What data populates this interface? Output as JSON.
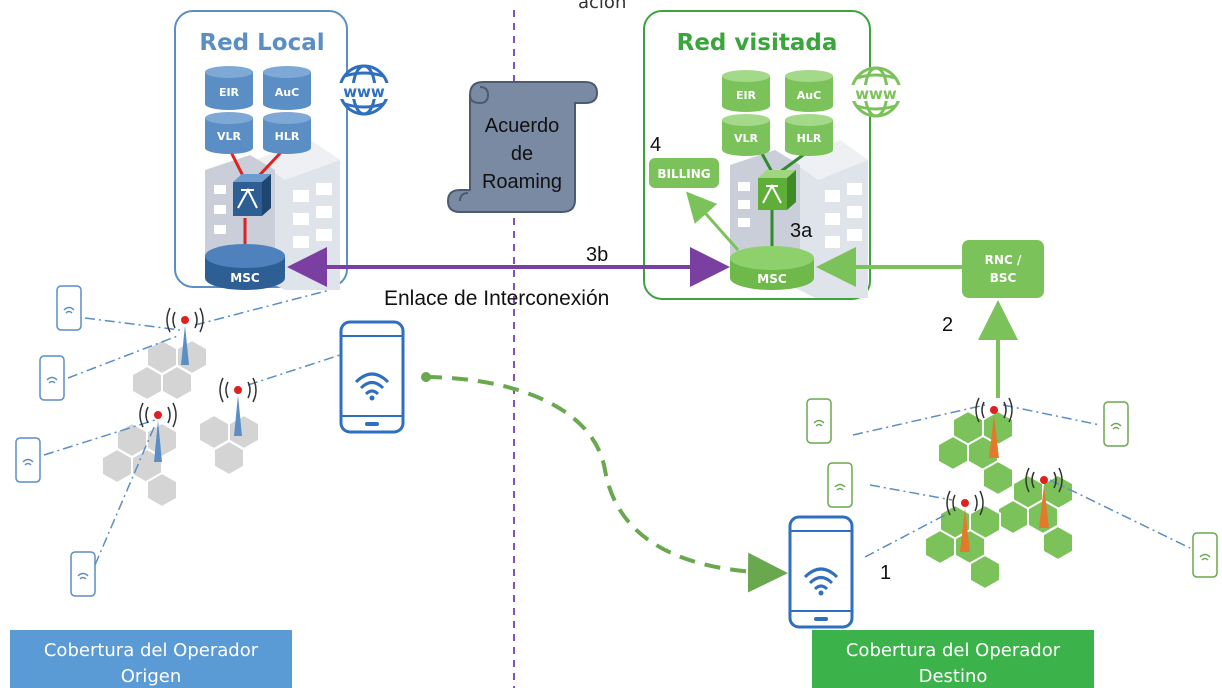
{
  "top_cut_text": "ación",
  "home_network": {
    "title": "Red Local",
    "db": [
      "EIR",
      "AuC",
      "VLR",
      "HLR"
    ],
    "msc": "MSC",
    "color": "#5b8ec4"
  },
  "visited_network": {
    "title": "Red visitada",
    "db": [
      "EIR",
      "AuC",
      "VLR",
      "HLR"
    ],
    "msc": "MSC",
    "billing": "BILLING",
    "rnc": "RNC /\nBSC",
    "color": "#6fbf4b"
  },
  "agreement": {
    "lines": [
      "Acuerdo",
      "de",
      "Roaming"
    ]
  },
  "link": {
    "label": "Enlace de Interconexión",
    "step": "3b",
    "color": "#7a3fa0"
  },
  "steps": {
    "s1": "1",
    "s2": "2",
    "s3a": "3a",
    "s4": "4"
  },
  "coverage": {
    "origin": "Cobertura del Operador\nOrigen",
    "destination": "Cobertura del Operador\nDestino",
    "origin_color": "#5b9bd5",
    "destination_color": "#3cb34a"
  },
  "icons": [
    "globe-icon",
    "database-icon",
    "switch-icon",
    "building-icon",
    "router-icon",
    "phone-icon",
    "antenna-icon",
    "scroll-icon",
    "hexagon-cell-icon"
  ]
}
